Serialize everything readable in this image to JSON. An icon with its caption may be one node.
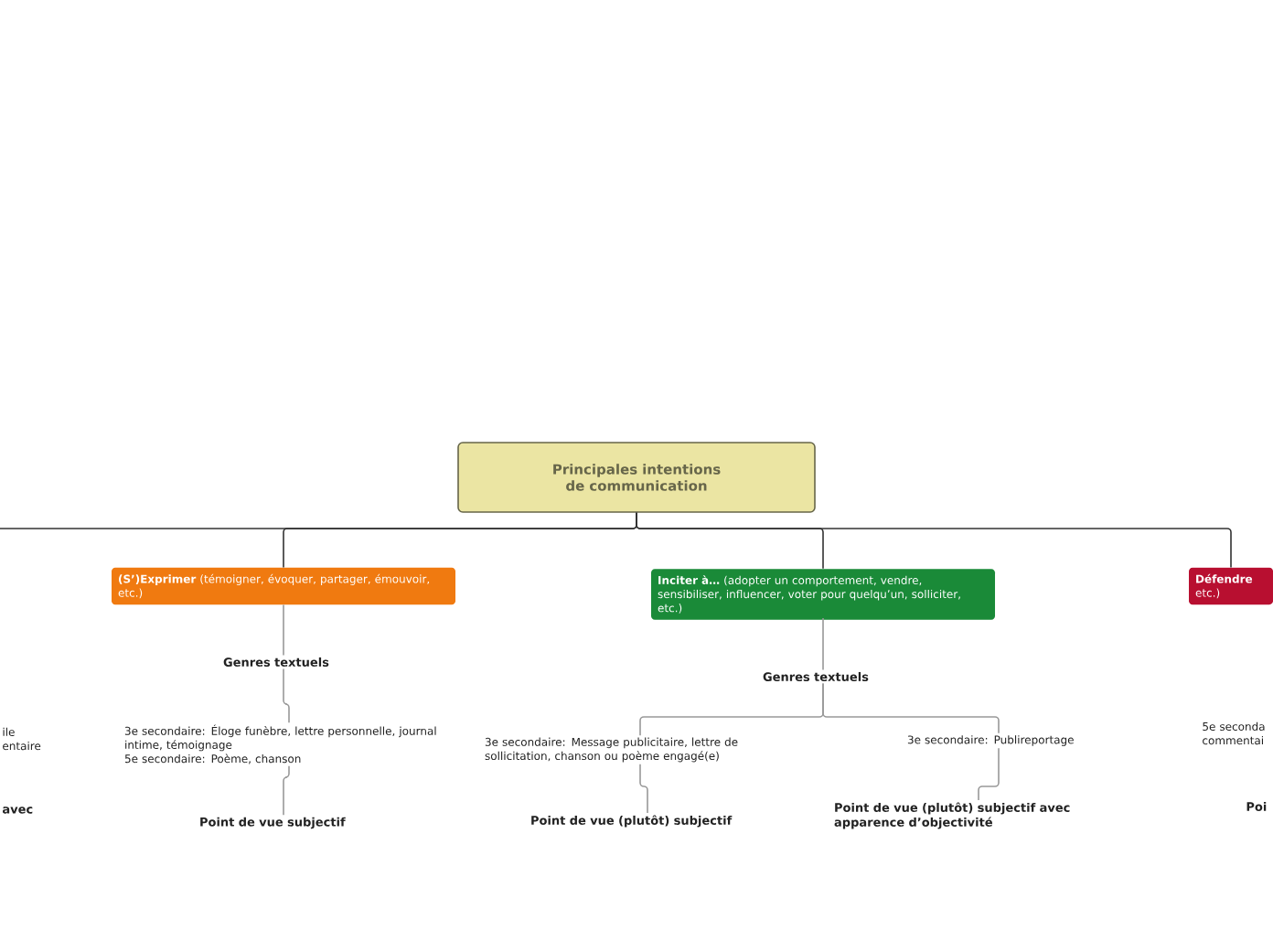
{
  "diagram": {
    "nodes": [
      {
        "text": [
          "Principales intentions de communication"
        ]
      },
      {
        "text": [
          "**(S’)Exprimer** (témoigner, évoquer, partager, émouvoir, etc.)"
        ]
      },
      {
        "text": [
          "Genres textuels"
        ]
      },
      {
        "text": [
          "3e secondaire: Éloge funèbre, lettre personnelle, journal intime, témoignage",
          "5e secondaire: Poème, chanson"
        ]
      },
      {
        "text": [
          "Point de vue subjectif"
        ]
      },
      {
        "text": [
          "**Inciter à…** (adopter un comportement, vendre, sensibiliser, influencer, voter pour quelqu’un, solliciter, etc.)"
        ]
      },
      {
        "text": [
          "Genres textuels"
        ]
      },
      {
        "text": [
          "3e secondaire: Message publicitaire, lettre de sollicitation, chanson ou poème engagé(e)"
        ]
      },
      {
        "text": [
          "3e secondaire: Publireportage"
        ]
      },
      {
        "text": [
          "Point de vue (plutôt) subjectif"
        ]
      },
      {
        "text": [
          "Point de vue (plutôt) subjectif avec apparence d’objectivité"
        ]
      },
      {
        "text": [
          "**Défendre** etc.)"
        ]
      }
    ],
    "edges": [
      {
        "from": 0,
        "to": null,
        "arrow": "none",
        "color": "#333333"
      },
      {
        "from": 0,
        "to": 1,
        "arrow": "none",
        "color": "#333333"
      },
      {
        "from": 0,
        "to": 5,
        "arrow": "none",
        "color": "#333333"
      },
      {
        "from": 0,
        "to": 11,
        "arrow": "none",
        "color": "#333333"
      },
      {
        "from": 1,
        "to": 2,
        "arrow": "none"
      },
      {
        "from": 2,
        "to": 3,
        "arrow": "none"
      },
      {
        "from": 3,
        "to": 4,
        "arrow": "none"
      },
      {
        "from": 5,
        "to": 6,
        "arrow": "none"
      },
      {
        "from": 6,
        "to": 7,
        "arrow": "none"
      },
      {
        "from": 6,
        "to": 8,
        "arrow": "none"
      },
      {
        "from": 7,
        "to": 9,
        "arrow": "none"
      },
      {
        "from": 8,
        "to": 10,
        "arrow": "none"
      }
    ],
    "labels": [
      "ile entaire",
      "avec",
      "5e seconda commentai",
      "Poi"
    ]
  }
}
